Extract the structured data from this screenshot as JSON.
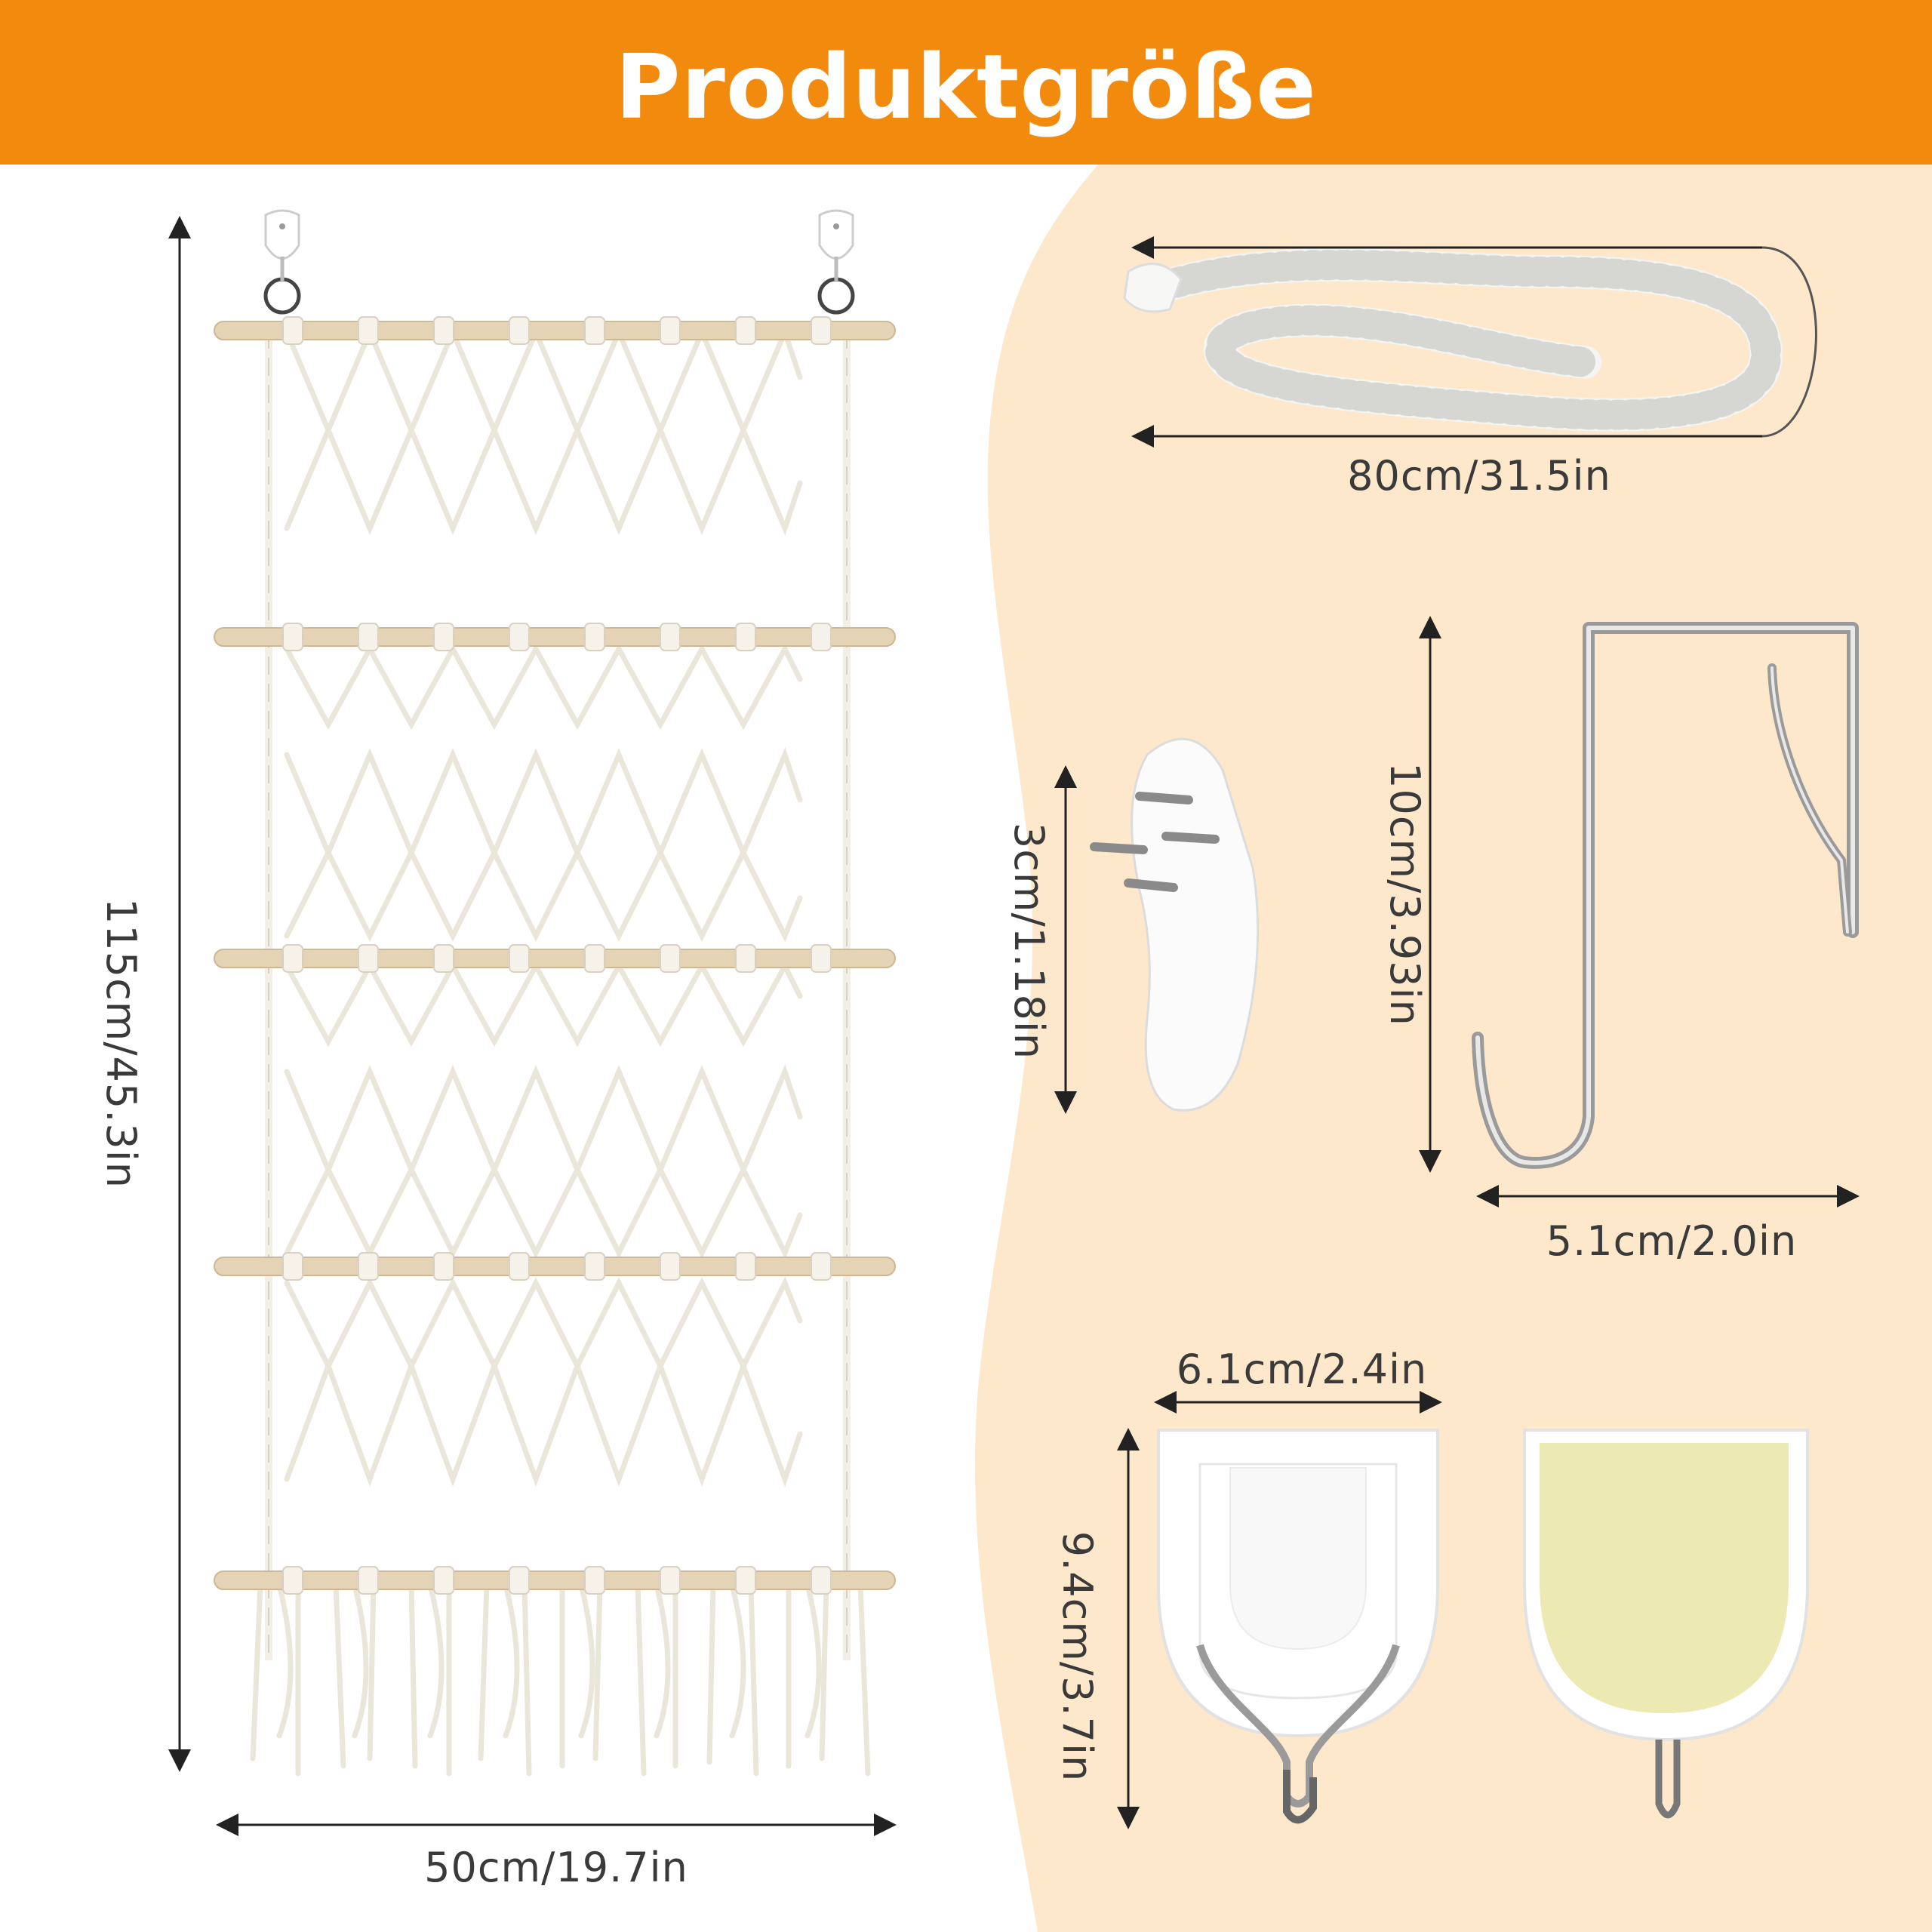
{
  "banner": {
    "title": "Produktgröße",
    "color": "#f28a0e"
  },
  "background": {
    "left": "#ffffff",
    "right": "#fde8cc"
  },
  "dimensions": {
    "net_height": "115cm/45.3in",
    "net_width": "50cm/19.7in",
    "rope_length": "80cm/31.5in",
    "nail_hook_height": "3cm/1.18in",
    "door_hook_height": "10cm/3.93in",
    "door_hook_width": "5.1cm/2.0in",
    "adhesive_hook_width": "6.1cm/2.4in",
    "adhesive_hook_height": "9.4cm/3.7in"
  },
  "icons": [
    "macrame-ladder-net",
    "cotton-rope",
    "nail-hook",
    "over-door-hook",
    "adhesive-hook-front",
    "adhesive-hook-back"
  ]
}
